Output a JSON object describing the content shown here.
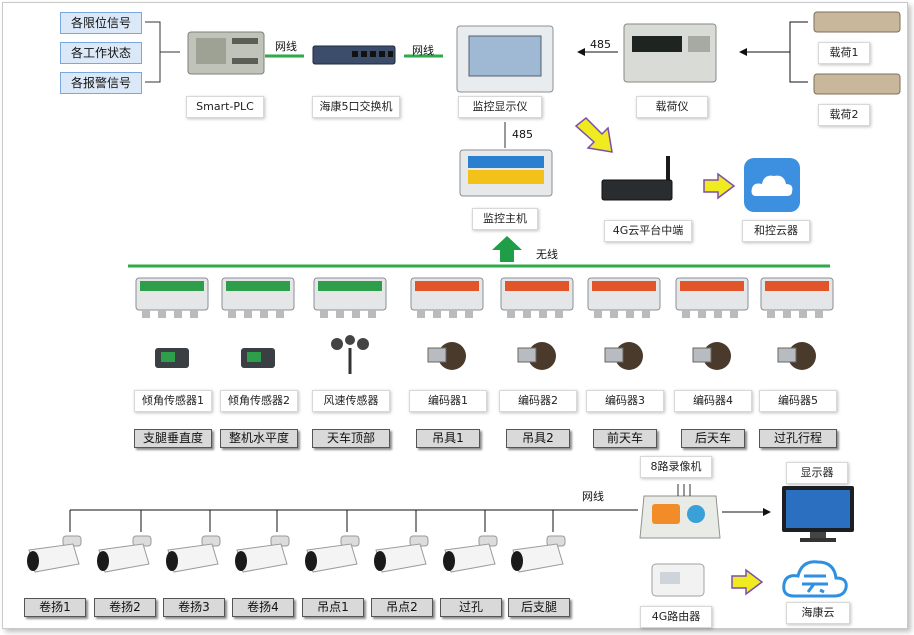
{
  "signals": [
    "各限位信号",
    "各工作状态",
    "各报警信号"
  ],
  "top_row": {
    "plc": "Smart-PLC",
    "switch": "海康5口交换机",
    "monitor_display": "监控显示仪",
    "load_meter": "载荷仪",
    "load1": "载荷1",
    "load2": "载荷2",
    "wire1": "网线",
    "wire2": "网线",
    "rs485_top": "485",
    "rs485_mid": "485"
  },
  "middle_row": {
    "host": "监控主机",
    "relay": "4G云平台中端",
    "cloud_server": "和控云器",
    "wireless": "无线"
  },
  "sensor_columns": [
    {
      "sensor": "倾角传感器1",
      "location": "支腿垂直度",
      "module_color": "#2e9e4a"
    },
    {
      "sensor": "倾角传感器2",
      "location": "整机水平度",
      "module_color": "#2e9e4a"
    },
    {
      "sensor": "风速传感器",
      "location": "天车顶部",
      "module_color": "#2e9e4a"
    },
    {
      "sensor": "编码器1",
      "location": "吊具1",
      "module_color": "#e2552b"
    },
    {
      "sensor": "编码器2",
      "location": "吊具2",
      "module_color": "#e2552b"
    },
    {
      "sensor": "编码器3",
      "location": "前天车",
      "module_color": "#e2552b"
    },
    {
      "sensor": "编码器4",
      "location": "后天车",
      "module_color": "#e2552b"
    },
    {
      "sensor": "编码器5",
      "location": "过孔行程",
      "module_color": "#e2552b"
    }
  ],
  "video": {
    "nvr": "8路录像机",
    "display": "显示器",
    "router": "4G路由器",
    "hik_cloud": "海康云",
    "wire": "网线",
    "cameras": [
      "卷扬1",
      "卷扬2",
      "卷扬3",
      "卷扬4",
      "吊点1",
      "吊点2",
      "过孔",
      "后支腿"
    ]
  },
  "colors": {
    "green_line": "#2eaa4a",
    "yellow_arrow": "#f0ea20",
    "arrow_outline": "#7a4fb0",
    "up_arrow": "#1f9e47"
  }
}
